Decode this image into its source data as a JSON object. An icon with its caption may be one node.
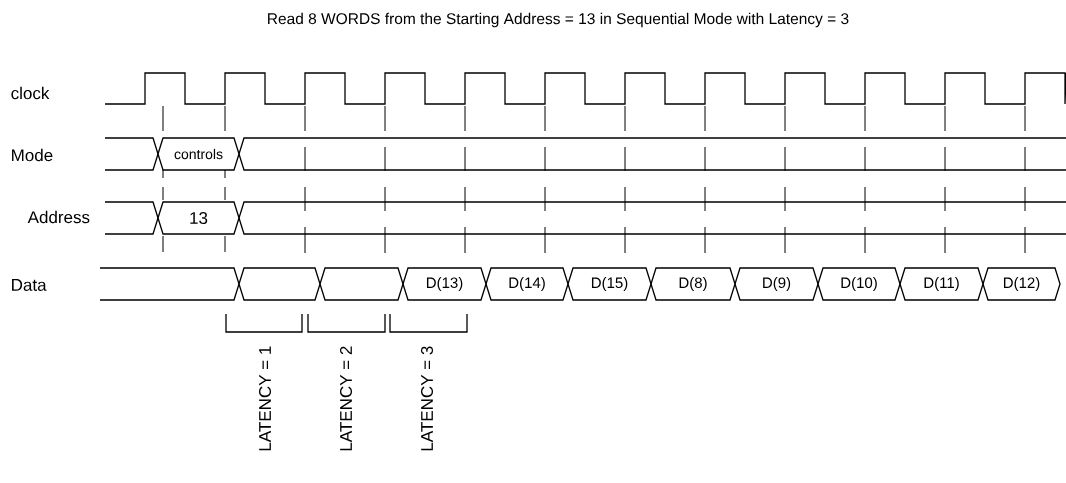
{
  "diagram": {
    "title": "Read 8 WORDS from the Starting Address = 13 in Sequential Mode with Latency = 3",
    "nodes": [
      {
        "text": [
          "controls"
        ]
      },
      {
        "text": [
          "13"
        ]
      },
      {
        "text": [],
        "shape": "hexagon"
      },
      {
        "text": [],
        "shape": "hexagon"
      },
      {
        "text": [
          "D(13)"
        ]
      },
      {
        "text": [
          "D(14)"
        ]
      },
      {
        "text": [
          "D(15)"
        ]
      },
      {
        "text": [
          "D(8)"
        ]
      },
      {
        "text": [
          "D(9)"
        ]
      },
      {
        "text": [
          "D(10)"
        ]
      },
      {
        "text": [
          "D(11)"
        ]
      },
      {
        "text": [
          "D(12)"
        ]
      }
    ],
    "labels": [
      "clock",
      "Mode",
      "Address",
      "Data",
      "LATENCY = 1",
      "LATENCY = 2",
      "LATENCY = 3"
    ]
  }
}
